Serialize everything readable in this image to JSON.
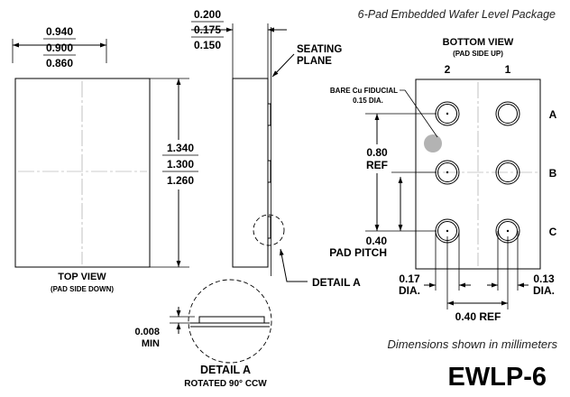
{
  "header": {
    "subtitle": "6-Pad Embedded Wafer Level Package"
  },
  "top_view": {
    "width_dims": [
      "0.940",
      "0.900",
      "0.860"
    ],
    "height_dims": [
      "1.340",
      "1.300",
      "1.260"
    ],
    "label": "TOP VIEW",
    "sublabel": "(PAD SIDE DOWN)"
  },
  "side_view": {
    "thickness_dims": [
      "0.200",
      "0.175",
      "0.150"
    ],
    "seating_plane": [
      "SEATING",
      "PLANE"
    ],
    "detail_callout": "DETAIL A"
  },
  "bottom_view": {
    "label": "BOTTOM VIEW",
    "sublabel": "(PAD SIDE UP)",
    "columns": [
      "2",
      "1"
    ],
    "rows": [
      "A",
      "B",
      "C"
    ],
    "fiducial": [
      "BARE Cu FIDUCIAL",
      "0.15 DIA."
    ],
    "row_pitch_ref": [
      "0.80",
      "REF"
    ],
    "pad_pitch": [
      "0.40",
      "PAD PITCH"
    ],
    "pad_dia_left": [
      "0.17",
      "DIA."
    ],
    "pad_dia_right": [
      "0.13",
      "DIA."
    ],
    "col_pitch_ref": "0.40 REF"
  },
  "detail_a": {
    "standoff": [
      "0.008",
      "MIN"
    ],
    "label": "DETAIL A",
    "sublabel": "ROTATED 90° CCW"
  },
  "footer": {
    "note": "Dimensions shown in millimeters",
    "package_name": "EWLP-6"
  },
  "colors": {
    "fiducial_fill": "#b3b3b3"
  }
}
